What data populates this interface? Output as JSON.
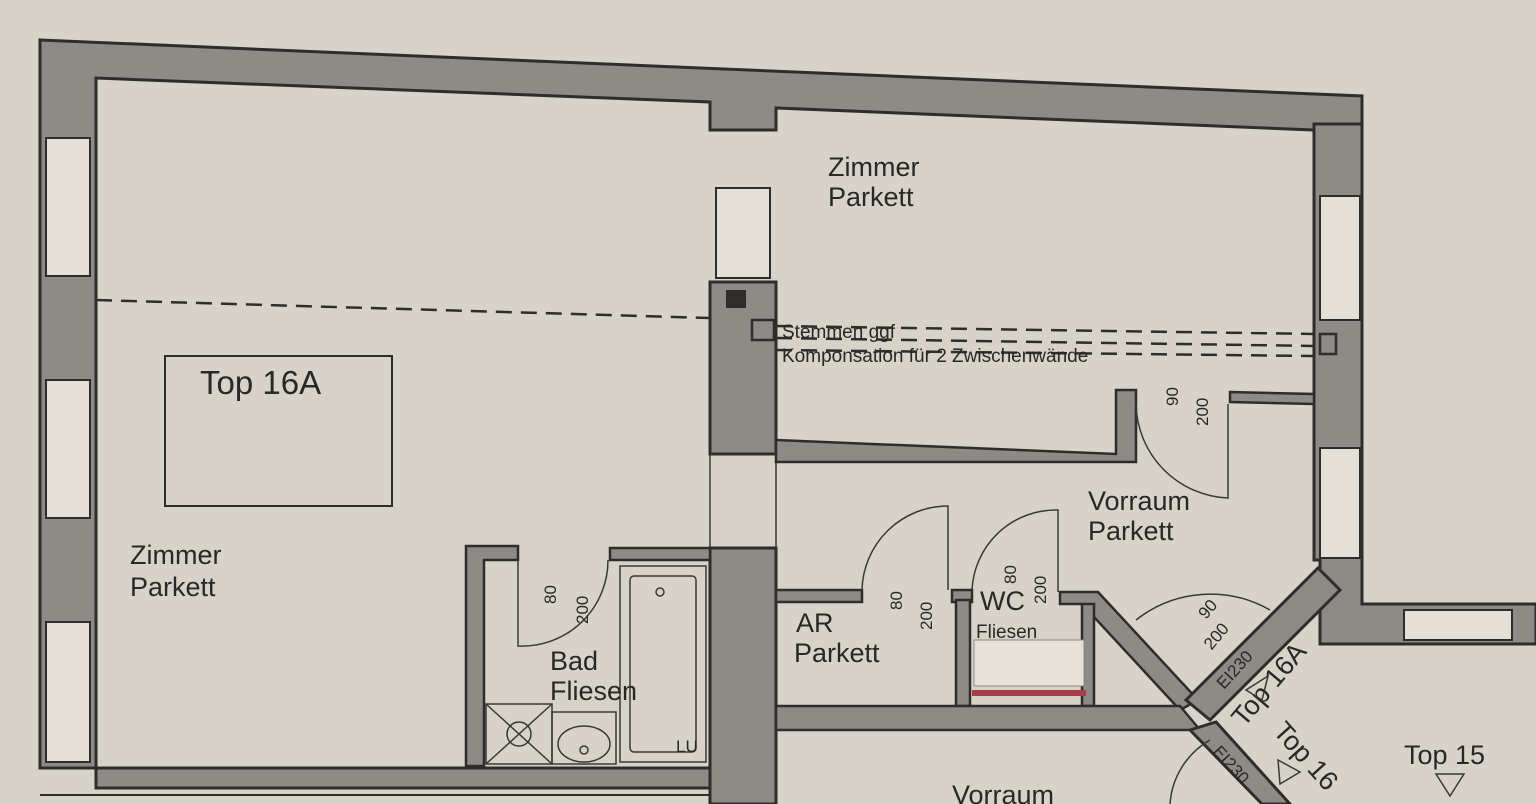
{
  "plan": {
    "apartment_label": "Top 16A",
    "rooms": {
      "living": {
        "name": "Zimmer",
        "floor": "Parkett"
      },
      "bedroom": {
        "name": "Zimmer",
        "floor": "Parkett"
      },
      "hall": {
        "name": "Vorraum",
        "floor": "Parkett"
      },
      "storage": {
        "name": "AR",
        "floor": "Parkett"
      },
      "wc": {
        "name": "WC",
        "floor": "Fliesen"
      },
      "bath": {
        "name": "Bad",
        "floor": "Fliesen"
      },
      "lower_hall": {
        "name": "Vorraum"
      }
    },
    "note_line1": "Stemmen ggf",
    "note_line2": "Komponsation für 2 Zwischenwände",
    "doors": {
      "bath": {
        "width": "80",
        "height": "200"
      },
      "storage": {
        "width": "80",
        "height": "200"
      },
      "wc": {
        "width": "80",
        "height": "200"
      },
      "bedroom": {
        "width": "90",
        "height": "200"
      },
      "entry": {
        "width": "90",
        "height": "200"
      }
    },
    "fire_door_label": "EI230",
    "fire_door_label_2": "EI230",
    "bath_fixture_label": "LU",
    "neighbors": {
      "top16a": "Top 16A",
      "top16": "Top 16",
      "top15": "Top 15"
    }
  }
}
